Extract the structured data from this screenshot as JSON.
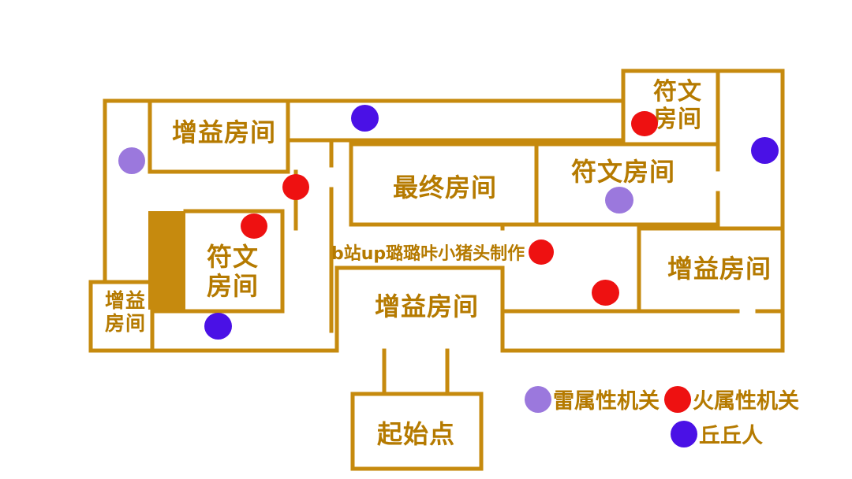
{
  "colors": {
    "wall": "#c68a0e",
    "label": "#b57a00",
    "stairs": "#c68a0e",
    "thunder": "#9b78dd",
    "fire": "#ee1111",
    "qiuqiu": "#4a11e6"
  },
  "rooms": {
    "buff_top_left": "增益房间",
    "final_room": "最终房间",
    "rune_top_right_l1": "符文",
    "rune_top_right_l2": "房间",
    "rune_center_right": "符文房间",
    "rune_left_l1": "符文",
    "rune_left_l2": "房间",
    "buff_left_small_l1": "增益",
    "buff_left_small_l2": "房间",
    "buff_center": "增益房间",
    "buff_right": "增益房间",
    "start": "起始点"
  },
  "watermark": "b站up璐璐咔小猪头制作",
  "legend": {
    "thunder_label": "雷属性机关",
    "fire_label": "火属性机关",
    "qiuqiu_label": "丘丘人"
  },
  "icons": {
    "thunder": "purple-circle-icon",
    "fire": "red-circle-icon",
    "qiuqiu": "blue-circle-icon",
    "stairs": "stairs-block-icon"
  }
}
